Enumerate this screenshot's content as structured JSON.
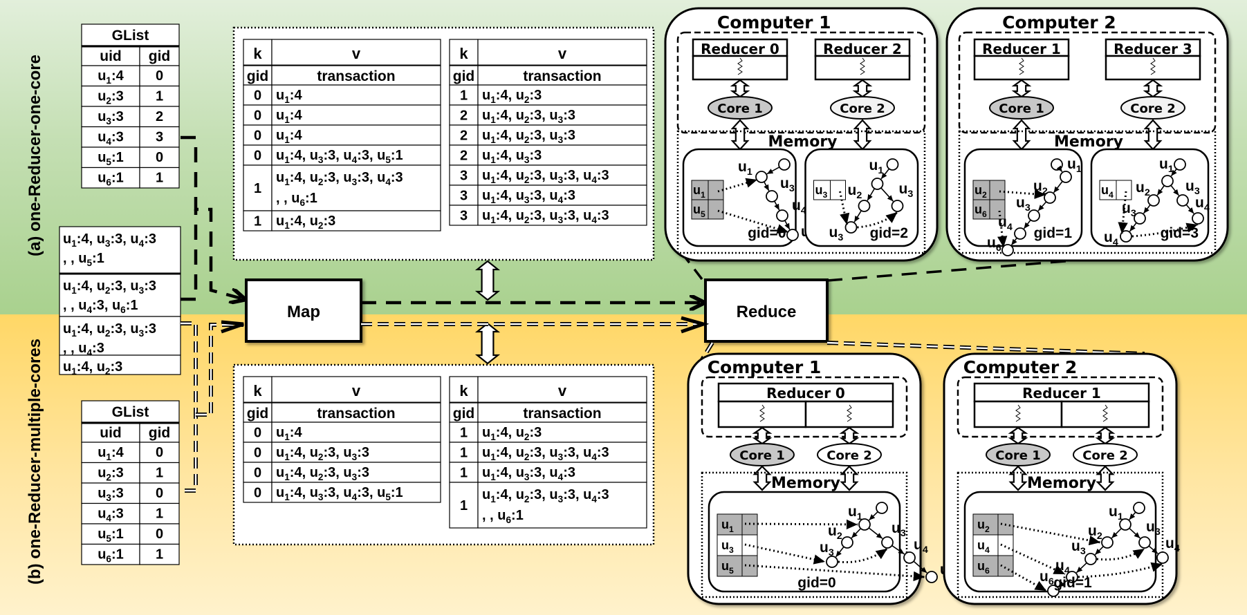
{
  "sections": {
    "a_label": "(a) one-Reducer-one-core",
    "b_label": "(b) one-Reducer-multiple-cores"
  },
  "colors": {
    "top_band": "#a9d18e",
    "bottom_band": "#ffd766",
    "core1_fill": "#c8c8c8",
    "core2_fill": "#f2f2f2",
    "grey_cell": "#b3b3b3"
  },
  "map_label": "Map",
  "reduce_label": "Reduce",
  "glist_a": {
    "title": "GList",
    "headers": [
      "uid",
      "gid"
    ],
    "rows": [
      {
        "u": "1",
        "w": "4",
        "gid": "0"
      },
      {
        "u": "2",
        "w": "3",
        "gid": "1"
      },
      {
        "u": "3",
        "w": "3",
        "gid": "2"
      },
      {
        "u": "4",
        "w": "3",
        "gid": "3"
      },
      {
        "u": "5",
        "w": "1",
        "gid": "0"
      },
      {
        "u": "6",
        "w": "1",
        "gid": "1"
      }
    ]
  },
  "glist_b": {
    "title": "GList",
    "headers": [
      "uid",
      "gid"
    ],
    "rows": [
      {
        "u": "1",
        "w": "4",
        "gid": "0"
      },
      {
        "u": "2",
        "w": "3",
        "gid": "1"
      },
      {
        "u": "3",
        "w": "3",
        "gid": "0"
      },
      {
        "u": "4",
        "w": "3",
        "gid": "1"
      },
      {
        "u": "5",
        "w": "1",
        "gid": "0"
      },
      {
        "u": "6",
        "w": "1",
        "gid": "1"
      }
    ]
  },
  "transactions": [
    [
      [
        "1",
        "4"
      ],
      [
        "3",
        "3"
      ],
      [
        "4",
        "3"
      ],
      [
        "5",
        "1"
      ]
    ],
    [
      [
        "1",
        "4"
      ],
      [
        "2",
        "3"
      ],
      [
        "3",
        "3"
      ],
      [
        "4",
        "3"
      ],
      [
        "6",
        "1"
      ]
    ],
    [
      [
        "1",
        "4"
      ],
      [
        "2",
        "3"
      ],
      [
        "3",
        "3"
      ],
      [
        "4",
        "3"
      ]
    ],
    [
      [
        "1",
        "4"
      ],
      [
        "2",
        "3"
      ]
    ]
  ],
  "kv_headers": {
    "k": "k",
    "v": "v",
    "gid": "gid",
    "transaction": "transaction"
  },
  "kv_a_left": [
    {
      "k": "0",
      "v": [
        [
          "1",
          "4"
        ]
      ]
    },
    {
      "k": "0",
      "v": [
        [
          "1",
          "4"
        ]
      ]
    },
    {
      "k": "0",
      "v": [
        [
          "1",
          "4"
        ]
      ]
    },
    {
      "k": "0",
      "v": [
        [
          "1",
          "4"
        ],
        [
          "3",
          "3"
        ],
        [
          "4",
          "3"
        ],
        [
          "5",
          "1"
        ]
      ]
    },
    {
      "k": "1",
      "v": [
        [
          "1",
          "4"
        ],
        [
          "2",
          "3"
        ],
        [
          "3",
          "3"
        ],
        [
          "4",
          "3"
        ],
        [
          "6",
          "1"
        ]
      ]
    },
    {
      "k": "1",
      "v": [
        [
          "1",
          "4"
        ],
        [
          "2",
          "3"
        ]
      ]
    }
  ],
  "kv_a_right": [
    {
      "k": "1",
      "v": [
        [
          "1",
          "4"
        ],
        [
          "2",
          "3"
        ]
      ]
    },
    {
      "k": "2",
      "v": [
        [
          "1",
          "4"
        ],
        [
          "2",
          "3"
        ],
        [
          "3",
          "3"
        ]
      ]
    },
    {
      "k": "2",
      "v": [
        [
          "1",
          "4"
        ],
        [
          "2",
          "3"
        ],
        [
          "3",
          "3"
        ]
      ]
    },
    {
      "k": "2",
      "v": [
        [
          "1",
          "4"
        ],
        [
          "3",
          "3"
        ]
      ]
    },
    {
      "k": "3",
      "v": [
        [
          "1",
          "4"
        ],
        [
          "2",
          "3"
        ],
        [
          "3",
          "3"
        ],
        [
          "4",
          "3"
        ]
      ]
    },
    {
      "k": "3",
      "v": [
        [
          "1",
          "4"
        ],
        [
          "3",
          "3"
        ],
        [
          "4",
          "3"
        ]
      ]
    },
    {
      "k": "3",
      "v": [
        [
          "1",
          "4"
        ],
        [
          "2",
          "3"
        ],
        [
          "3",
          "3"
        ],
        [
          "4",
          "3"
        ]
      ]
    }
  ],
  "kv_b_left": [
    {
      "k": "0",
      "v": [
        [
          "1",
          "4"
        ]
      ]
    },
    {
      "k": "0",
      "v": [
        [
          "1",
          "4"
        ],
        [
          "2",
          "3"
        ],
        [
          "3",
          "3"
        ]
      ]
    },
    {
      "k": "0",
      "v": [
        [
          "1",
          "4"
        ],
        [
          "2",
          "3"
        ],
        [
          "3",
          "3"
        ]
      ]
    },
    {
      "k": "0",
      "v": [
        [
          "1",
          "4"
        ],
        [
          "3",
          "3"
        ],
        [
          "4",
          "3"
        ],
        [
          "5",
          "1"
        ]
      ]
    }
  ],
  "kv_b_right": [
    {
      "k": "1",
      "v": [
        [
          "1",
          "4"
        ],
        [
          "2",
          "3"
        ]
      ]
    },
    {
      "k": "1",
      "v": [
        [
          "1",
          "4"
        ],
        [
          "2",
          "3"
        ],
        [
          "3",
          "3"
        ],
        [
          "4",
          "3"
        ]
      ]
    },
    {
      "k": "1",
      "v": [
        [
          "1",
          "4"
        ],
        [
          "3",
          "3"
        ],
        [
          "4",
          "3"
        ]
      ]
    },
    {
      "k": "1",
      "v": [
        [
          "1",
          "4"
        ],
        [
          "2",
          "3"
        ],
        [
          "3",
          "3"
        ],
        [
          "4",
          "3"
        ],
        [
          "6",
          "1"
        ]
      ]
    }
  ],
  "computers_a": [
    {
      "title": "Computer 1",
      "reducers": [
        "Reducer 0",
        "Reducer 2"
      ],
      "cores": [
        "Core 1",
        "Core 2"
      ],
      "memory": "Memory",
      "trees": [
        {
          "gid": "gid=0",
          "header": [
            "1",
            "5"
          ],
          "grey": true
        },
        {
          "gid": "gid=2",
          "header": [
            "3"
          ],
          "grey": false
        }
      ]
    },
    {
      "title": "Computer 2",
      "reducers": [
        "Reducer 1",
        "Reducer 3"
      ],
      "cores": [
        "Core 1",
        "Core 2"
      ],
      "memory": "Memory",
      "trees": [
        {
          "gid": "gid=1",
          "header": [
            "2",
            "6"
          ],
          "grey": true
        },
        {
          "gid": "gid=3",
          "header": [
            "4"
          ],
          "grey": false
        }
      ]
    }
  ],
  "computers_b": [
    {
      "title": "Computer 1",
      "reducer": "Reducer 0",
      "cores": [
        "Core 1",
        "Core 2"
      ],
      "memory": "Memory",
      "gid": "gid=0",
      "header": [
        {
          "u": "1",
          "grey": true
        },
        {
          "u": "3",
          "grey": false
        },
        {
          "u": "5",
          "grey": true
        }
      ]
    },
    {
      "title": "Computer 2",
      "reducer": "Reducer 1",
      "cores": [
        "Core 1",
        "Core 2"
      ],
      "memory": "Memory",
      "gid": "gid=1",
      "header": [
        {
          "u": "2",
          "grey": true
        },
        {
          "u": "4",
          "grey": false
        },
        {
          "u": "6",
          "grey": true
        }
      ]
    }
  ]
}
